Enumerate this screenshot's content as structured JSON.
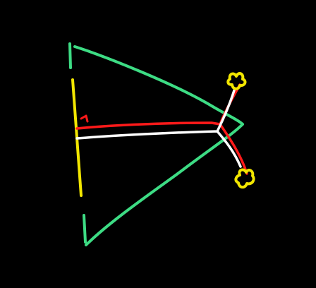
{
  "diagram": {
    "background_color": "#000000",
    "colors": {
      "outline": "#3ddc84",
      "base_segment": "#f2e600",
      "ray_red": "#ff1a1a",
      "ray_white": "#ffffff",
      "endpoint_marker": "#f2e600"
    },
    "elements": [
      "triangle-outline",
      "base-segment",
      "red-ray",
      "white-ray",
      "endpoint-marker-top",
      "endpoint-marker-bottom",
      "right-angle-mark"
    ]
  }
}
